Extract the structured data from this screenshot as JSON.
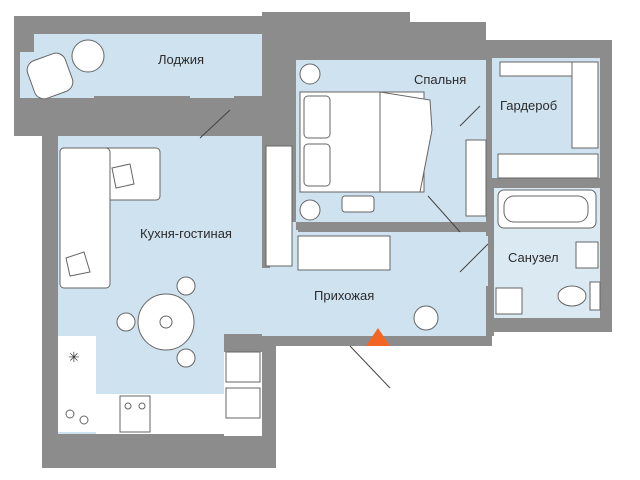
{
  "rooms": {
    "loggia": "Лоджия",
    "bedroom": "Спальня",
    "wardrobe": "Гардероб",
    "kitchen_living": "Кухня-гостиная",
    "bathroom": "Санузел",
    "hallway": "Прихожая"
  },
  "colors": {
    "wall": "#8c8c8c",
    "floor": "#cfe2ef",
    "entrance_marker": "#f26522"
  },
  "icons": [
    "sofa-icon",
    "armchair-icon",
    "bed-icon",
    "dining-table-icon",
    "bathtub-icon",
    "toilet-icon",
    "sink-icon",
    "stove-icon",
    "wardrobe-icon",
    "entrance-arrow-icon"
  ]
}
